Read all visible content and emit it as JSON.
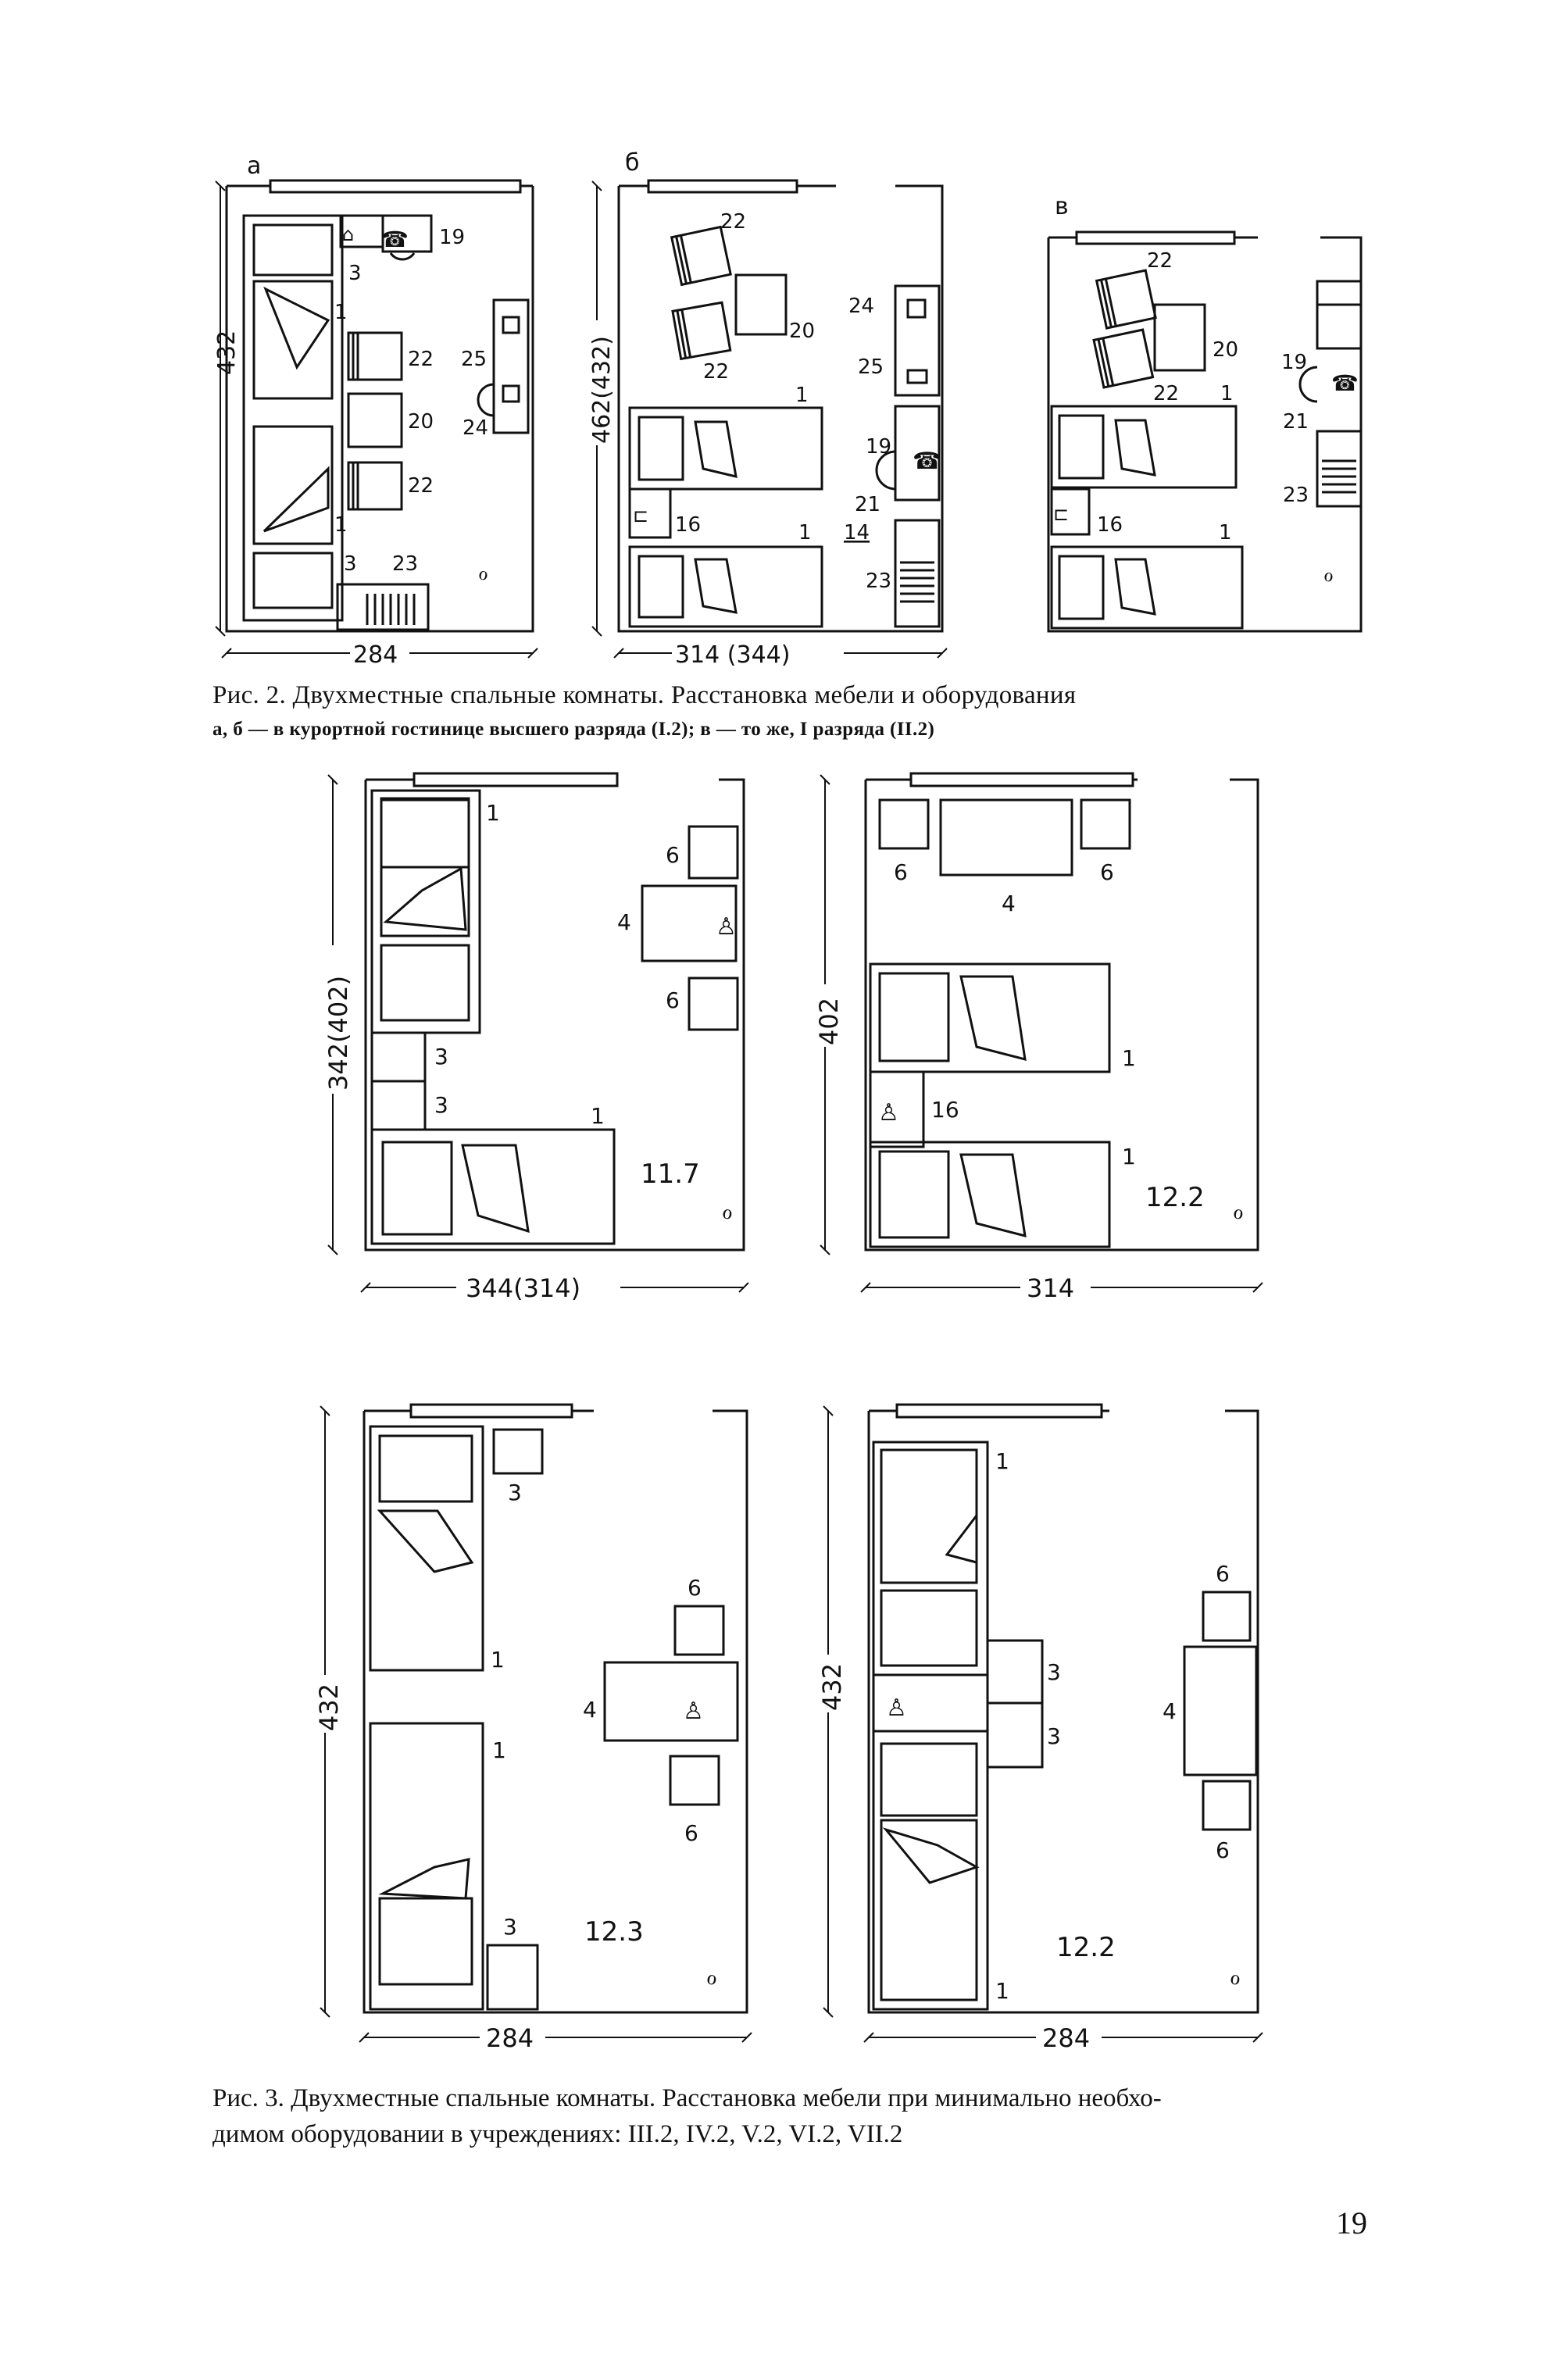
{
  "figure2": {
    "caption": "Рис. 2. Двухместные спальные комнаты. Расстановка мебели и оборудования",
    "subcaption": "а, б — в курортной гостинице высшего разряда (I.2); в — то же, I разряда (II.2)",
    "plans": [
      {
        "letter": "а",
        "width_label": "284",
        "height_label": "432",
        "labels": [
          "19",
          "3",
          "1",
          "22",
          "25",
          "20",
          "24",
          "22",
          "1",
          "3",
          "23"
        ]
      },
      {
        "letter": "б",
        "width_label": "314 (344)",
        "height_label": "462(432)",
        "labels": [
          "22",
          "20",
          "22",
          "24",
          "25",
          "1",
          "19",
          "21",
          "16",
          "1",
          "14",
          "23"
        ]
      },
      {
        "letter": "в",
        "labels": [
          "22",
          "20",
          "22",
          "1",
          "19",
          "21",
          "23",
          "16",
          "1"
        ]
      }
    ]
  },
  "figure3": {
    "caption_line1": "Рис. 3. Двухместные спальные комнаты. Расстановка мебели при минимально необхо-",
    "caption_line2": "димом оборудовании в учреждениях: III.2, IV.2, V.2, VI.2, VII.2",
    "plans": [
      {
        "width_label": "344(314)",
        "height_label": "342(402)",
        "area": "11.7",
        "labels": [
          "1",
          "6",
          "4",
          "6",
          "3",
          "3",
          "1"
        ]
      },
      {
        "width_label": "314",
        "height_label": "402",
        "area": "12.2",
        "labels": [
          "6",
          "6",
          "4",
          "1",
          "16",
          "1"
        ]
      },
      {
        "width_label": "284",
        "height_label": "432",
        "area": "12.3",
        "labels": [
          "3",
          "6",
          "1",
          "4",
          "1",
          "6",
          "3"
        ]
      },
      {
        "width_label": "284",
        "height_label": "432",
        "area": "12.2",
        "labels": [
          "1",
          "6",
          "3",
          "3",
          "4",
          "6",
          "1"
        ]
      }
    ]
  },
  "page_number": "19"
}
